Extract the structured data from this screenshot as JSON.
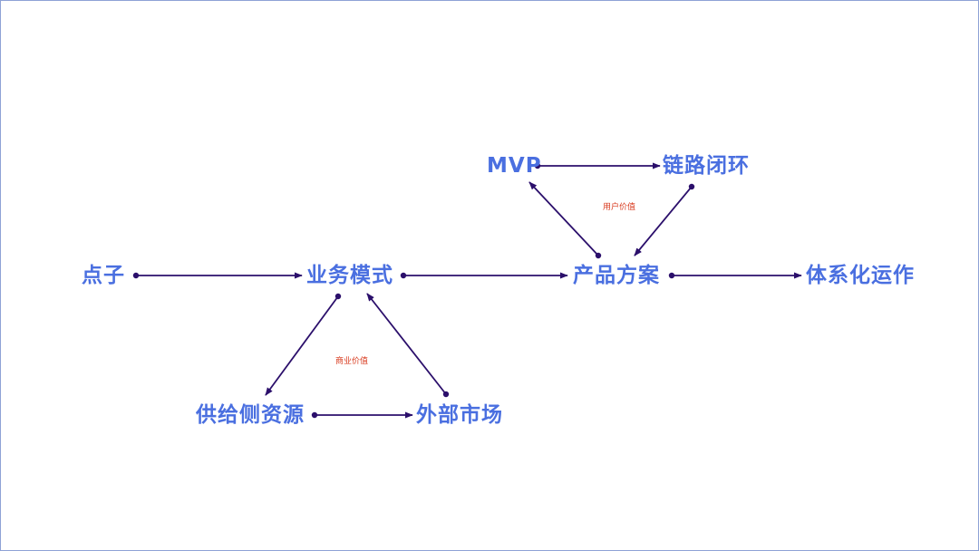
{
  "colors": {
    "node_text": "#4a6fe0",
    "edge": "#2b0f6b",
    "note_text": "#d83a1e",
    "frame_border": "#8ea2d6"
  },
  "nodes": {
    "dianzi": "点子",
    "yewu_moshi": "业务模式",
    "chanpin_fangan": "产品方案",
    "tixihua_yunzuo": "体系化运作",
    "mvp": "MVP",
    "lianlu_bihuan": "链路闭环",
    "gongji_ce_ziyuan": "供给侧资源",
    "waibu_shichang": "外部市场"
  },
  "notes": {
    "yonghu_jiazhi": "用户价值",
    "shangye_jiazhi": "商业价值"
  },
  "edges": [
    {
      "from": "dianzi",
      "to": "yewu_moshi"
    },
    {
      "from": "yewu_moshi",
      "to": "chanpin_fangan"
    },
    {
      "from": "chanpin_fangan",
      "to": "tixihua_yunzuo"
    },
    {
      "from": "chanpin_fangan",
      "to": "mvp"
    },
    {
      "from": "mvp",
      "to": "lianlu_bihuan"
    },
    {
      "from": "lianlu_bihuan",
      "to": "chanpin_fangan"
    },
    {
      "from": "yewu_moshi",
      "to": "gongji_ce_ziyuan"
    },
    {
      "from": "gongji_ce_ziyuan",
      "to": "waibu_shichang"
    },
    {
      "from": "waibu_shichang",
      "to": "yewu_moshi"
    }
  ]
}
